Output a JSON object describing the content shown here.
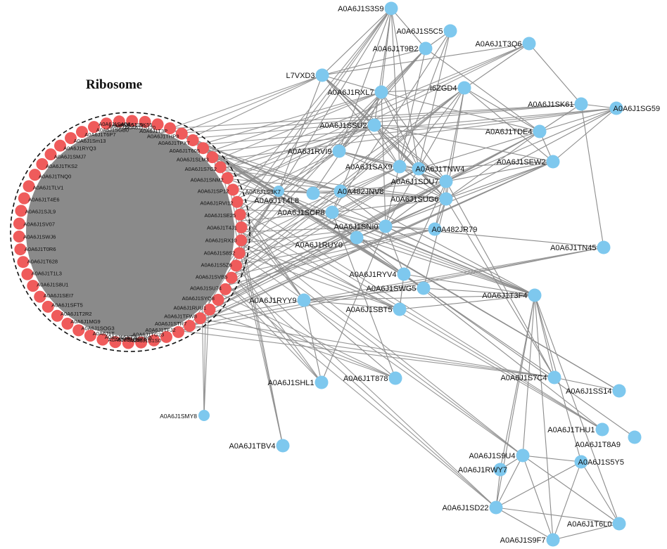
{
  "cluster": {
    "title": "Ribosome",
    "ring_color": "#ef5b5b",
    "hub_color": "#8a8a8a",
    "ring_labels": [
      "A0A6J1S1J0",
      "A0A6J1T3P",
      "A0A6J1THP8",
      "A0A6J1TPX7",
      "A0A6J1T605",
      "A0A6J1SLM3",
      "A0A6J1S7G2",
      "A0A6J1SNM2",
      "A0A6J1SP12",
      "A0A6J1RVI12",
      "A0A6J1SE25",
      "A0A6J1T4J1",
      "A0A6J1RX10",
      "A0A6J1S8S2",
      "A0A6J1S5Z6",
      "A0A6J1SVB5",
      "A0A6J1SU74",
      "A0A6J1SYQ8",
      "A0A6J1RUU1",
      "A0A6J1TFW8",
      "A0A6J1STR7",
      "A0A6J1TFJ2",
      "A0A6J1TG23",
      "A0A6J1SHH8",
      "A0A6J1SUJ3",
      "A0A6J1S1S0",
      "A0A6J1Sm4",
      "A0A6J1SXT3",
      "A0A6J1T",
      "A0A6J1SOG3",
      "A0A6J1MG9",
      "A0A6J1T2R2",
      "A0A6J1SFT5",
      "A0A6J1SEI7",
      "A0A6J1S8U1",
      "A0A6J1T1L3",
      "A0A6J1T628",
      "A0A6J1T0R6",
      "A0A6J1SWJ6",
      "A0A6J1SV07",
      "A0A6J1SJL9",
      "A0A6J1T4E6",
      "A0A6J1TLV1",
      "A0A6J1TNQ0",
      "A0A6J1TKS2",
      "A0A6J1SMJ7",
      "A0A6J1RYQ3",
      "A0A6J1Sm13",
      "A0A6J1T6P7",
      "A0A6J1SGB0",
      "A0A6J1T",
      "A0A6J1SK55",
      "A0A6J1S4G8",
      "A0A6J1S1J9"
    ]
  },
  "nodes": [
    {
      "id": "A0A6J1S3S9",
      "label": "A0A6J1S3S9"
    },
    {
      "id": "A0A6J1S5C5",
      "label": "A0A6J1S5C5"
    },
    {
      "id": "A0A6J1T9B2",
      "label": "A0A6J1T9B2"
    },
    {
      "id": "A0A6J1T3Q6",
      "label": "A0A6J1T3Q6"
    },
    {
      "id": "L7VXD3",
      "label": "L7VXD3"
    },
    {
      "id": "A0A6J1RXL7",
      "label": "A0A6J1RXL7"
    },
    {
      "id": "I6ZGD4",
      "label": "I6ZGD4"
    },
    {
      "id": "A0A6J1SK61",
      "label": "A0A6J1SK61"
    },
    {
      "id": "A0A6J1SG59",
      "label": "A0A6J1SG59"
    },
    {
      "id": "A0A6J1SSU2",
      "label": "A0A6J1SSU2"
    },
    {
      "id": "A0A6J1TDE4",
      "label": "A0A6J1TDE4"
    },
    {
      "id": "A0A6J1RVI9",
      "label": "A0A6J1RVI9"
    },
    {
      "id": "A0A6J1SEW2",
      "label": "A0A6J1SEW2"
    },
    {
      "id": "A0A6J1SAX9",
      "label": "A0A6J1SAX9"
    },
    {
      "id": "A0A6J1TNW4",
      "label": "A0A6J1TNW4"
    },
    {
      "id": "A0A6J1SDU7",
      "label": "A0A6J1SDU7"
    },
    {
      "id": "A0A6J1S3K7",
      "label": "A0A6J1S3K7"
    },
    {
      "id": "A0A6J1T4L8",
      "label": "A0A6J1T4L8"
    },
    {
      "id": "A0A482JNV8",
      "label": "A0A482JNV8"
    },
    {
      "id": "A0A6J1SUG6",
      "label": "A0A6J1SUG6"
    },
    {
      "id": "A0A6J1SCP8",
      "label": "A0A6J1SCP8"
    },
    {
      "id": "A0A6J1SNI0",
      "label": "A0A6J1SNI0"
    },
    {
      "id": "A0A482JR79",
      "label": "A0A482JR79"
    },
    {
      "id": "A0A6J1RUY0",
      "label": "A0A6J1RUY0"
    },
    {
      "id": "A0A6J1TN45",
      "label": "A0A6J1TN45"
    },
    {
      "id": "A0A6J1RYV4",
      "label": "A0A6J1RYV4"
    },
    {
      "id": "A0A6J1SWG5",
      "label": "A0A6J1SWG5"
    },
    {
      "id": "A0A6J1T3F4",
      "label": "A0A6J1T3F4"
    },
    {
      "id": "A0A6J1RYY9",
      "label": "A0A6J1RYY9"
    },
    {
      "id": "A0A6J1SBT5",
      "label": "A0A6J1SBT5"
    },
    {
      "id": "A0A6J1SHL1",
      "label": "A0A6J1SHL1"
    },
    {
      "id": "A0A6J1T878",
      "label": "A0A6J1T878"
    },
    {
      "id": "A0A6J1S7C4",
      "label": "A0A6J1S7C4"
    },
    {
      "id": "A0A6J1SS14",
      "label": "A0A6J1SS14"
    },
    {
      "id": "A0A6J1SMY8",
      "label": "A0A6J1SMY8"
    },
    {
      "id": "A0A6J1THU1",
      "label": "A0A6J1THU1"
    },
    {
      "id": "A0A6J1T8A9",
      "label": "A0A6J1T8A9"
    },
    {
      "id": "A0A6J1TBV4",
      "label": "A0A6J1TBV4"
    },
    {
      "id": "A0A6J1S9U4",
      "label": "A0A6J1S9U4"
    },
    {
      "id": "A0A6J1S5Y5",
      "label": "A0A6J1S5Y5"
    },
    {
      "id": "A0A6J1RWY7",
      "label": "A0A6J1RWY7"
    },
    {
      "id": "A0A6J1SD22",
      "label": "A0A6J1SD22"
    },
    {
      "id": "A0A6J1T6L0",
      "label": "A0A6J1T6L0"
    },
    {
      "id": "A0A6J1S9F7",
      "label": "A0A6J1S9F7"
    }
  ],
  "edges": [
    [
      "A0A6J1S3S9",
      "L7VXD3"
    ],
    [
      "A0A6J1S3S9",
      "A0A6J1T9B2"
    ],
    [
      "A0A6J1S3S9",
      "A0A6J1RXL7"
    ],
    [
      "A0A6J1S3S9",
      "A0A6J1SSU2"
    ],
    [
      "A0A6J1S3S9",
      "A0A6J1TNW4"
    ],
    [
      "A0A6J1S3S9",
      "A0A6J1RVI9"
    ],
    [
      "A0A6J1S3S9",
      "A0A6J1S3K7"
    ],
    [
      "A0A6J1S3S9",
      "A0A6J1SAX9"
    ],
    [
      "A0A6J1S5C5",
      "A0A6J1T9B2"
    ],
    [
      "A0A6J1S5C5",
      "A0A6J1SAX9"
    ],
    [
      "A0A6J1S5C5",
      "A0A6J1TNW4"
    ],
    [
      "A0A6J1S5C5",
      "A0A6J1SCP8"
    ],
    [
      "A0A6J1T9B2",
      "L7VXD3"
    ],
    [
      "A0A6J1T9B2",
      "A0A6J1SNI0"
    ],
    [
      "A0A6J1T9B2",
      "A0A6J1RVI9"
    ],
    [
      "A0A6J1T9B2",
      "A0A6J1TDE4"
    ],
    [
      "A0A6J1T3Q6",
      "A0A6J1SK61"
    ],
    [
      "A0A6J1T3Q6",
      "L7VXD3"
    ],
    [
      "A0A6J1T3Q6",
      "A0A6J1T4L8"
    ],
    [
      "L7VXD3",
      "A0A6J1SSU2"
    ],
    [
      "L7VXD3",
      "A0A6J1TNW4"
    ],
    [
      "L7VXD3",
      "A0A6J1SDU7"
    ],
    [
      "L7VXD3",
      "A0A6J1SUG6"
    ],
    [
      "L7VXD3",
      "A0A6J1RXL7"
    ],
    [
      "L7VXD3",
      "A0A6J1SAX9"
    ],
    [
      "L7VXD3",
      "A0A6J1S3K7"
    ],
    [
      "A0A6J1RXL7",
      "I6ZGD4"
    ],
    [
      "A0A6J1RXL7",
      "A0A6J1TNW4"
    ],
    [
      "A0A6J1RXL7",
      "A0A6J1SDU7"
    ],
    [
      "A0A6J1RXL7",
      "A0A6J1RVI9"
    ],
    [
      "A0A6J1RXL7",
      "A0A6J1T4L8"
    ],
    [
      "A0A6J1RXL7",
      "A0A6J1SNI0"
    ],
    [
      "A0A6J1RXL7",
      "A0A6J1TDE4"
    ],
    [
      "A0A6J1RXL7",
      "A0A6J1SCP8"
    ],
    [
      "I6ZGD4",
      "A0A6J1TDE4"
    ],
    [
      "I6ZGD4",
      "A0A6J1TNW4"
    ],
    [
      "I6ZGD4",
      "A0A6J1SAX9"
    ],
    [
      "I6ZGD4",
      "A0A6J1SDU7"
    ],
    [
      "I6ZGD4",
      "A0A6J1SUG6"
    ],
    [
      "I6ZGD4",
      "A0A6J1SEW2"
    ],
    [
      "A0A6J1SK61",
      "A0A6J1SG59"
    ],
    [
      "A0A6J1SK61",
      "A0A6J1TN45"
    ],
    [
      "A0A6J1SK61",
      "A0A6J1TDE4"
    ],
    [
      "A0A6J1SG59",
      "A0A6J1TDE4"
    ],
    [
      "A0A6J1SG59",
      "A0A6J1SEW2"
    ],
    [
      "A0A6J1SG59",
      "A0A6J1SDU7"
    ],
    [
      "A0A6J1SG59",
      "A0A6J1SUG6"
    ],
    [
      "A0A6J1SSU2",
      "A0A6J1TNW4"
    ],
    [
      "A0A6J1SSU2",
      "A0A6J1SDU7"
    ],
    [
      "A0A6J1SSU2",
      "A0A6J1SUG6"
    ],
    [
      "A0A6J1SSU2",
      "A0A6J1SAX9"
    ],
    [
      "A0A6J1SSU2",
      "A0A6J1RVI9"
    ],
    [
      "A0A6J1SSU2",
      "A0A6J1TDE4"
    ],
    [
      "A0A6J1SSU2",
      "A0A6J1SEW2"
    ],
    [
      "A0A6J1TDE4",
      "A0A6J1SEW2"
    ],
    [
      "A0A6J1TDE4",
      "A0A6J1TNW4"
    ],
    [
      "A0A6J1TDE4",
      "A0A6J1SDU7"
    ],
    [
      "A0A6J1TDE4",
      "A0A6J1SUG6"
    ],
    [
      "A0A6J1RVI9",
      "A0A6J1SAX9"
    ],
    [
      "A0A6J1RVI9",
      "A0A6J1TNW4"
    ],
    [
      "A0A6J1RVI9",
      "A0A6J1SDU7"
    ],
    [
      "A0A6J1RVI9",
      "A0A6J1SUG6"
    ],
    [
      "A0A6J1SEW2",
      "A0A6J1TNW4"
    ],
    [
      "A0A6J1SEW2",
      "A0A6J1SDU7"
    ],
    [
      "A0A6J1SEW2",
      "A0A6J1SUG6"
    ],
    [
      "A0A6J1SEW2",
      "A0A6J1SNI0"
    ],
    [
      "A0A6J1SAX9",
      "A0A6J1TNW4"
    ],
    [
      "A0A6J1SAX9",
      "A0A6J1SDU7"
    ],
    [
      "A0A6J1SAX9",
      "A0A6J1SUG6"
    ],
    [
      "A0A6J1TNW4",
      "A0A6J1SDU7"
    ],
    [
      "A0A6J1TNW4",
      "A0A6J1SUG6"
    ],
    [
      "A0A6J1TNW4",
      "A0A6J1SNI0"
    ],
    [
      "A0A6J1SDU7",
      "A0A6J1SUG6"
    ],
    [
      "A0A6J1SDU7",
      "A0A6J1SNI0"
    ],
    [
      "A0A6J1SDU7",
      "A0A6J1RYV4"
    ],
    [
      "A0A6J1SUG6",
      "A0A6J1SNI0"
    ],
    [
      "A0A6J1SUG6",
      "A0A6J1RUY0"
    ],
    [
      "A0A6J1SUG6",
      "A0A6J1SWG5"
    ],
    [
      "A0A6J1SNI0",
      "A0A482JR79"
    ],
    [
      "A0A6J1SNI0",
      "A0A6J1RUY0"
    ],
    [
      "A0A6J1SNI0",
      "A0A6J1TN45"
    ],
    [
      "A0A6J1SNI0",
      "A0A6J1RYV4"
    ],
    [
      "A0A6J1RUY0",
      "A0A6J1T3F4"
    ],
    [
      "A0A6J1RYV4",
      "A0A6J1T3F4"
    ],
    [
      "A0A6J1SWG5",
      "A0A6J1T3F4"
    ],
    [
      "A0A6J1RYY9",
      "A0A6J1T3F4"
    ],
    [
      "A0A6J1SBT5",
      "A0A6J1T3F4"
    ],
    [
      "A0A6J1SCP8",
      "A0A6J1T3F4"
    ],
    [
      "A0A482JNV8",
      "A0A6J1T3F4"
    ],
    [
      "A0A6J1T4L8",
      "A0A6J1T3F4"
    ],
    [
      "A0A6J1SNI0",
      "A0A6J1T3F4"
    ],
    [
      "A0A6J1RYV4",
      "A0A6J1SWG5"
    ],
    [
      "A0A6J1RYV4",
      "A0A6J1SBT5"
    ],
    [
      "A0A6J1RYY9",
      "A0A6J1SBT5"
    ],
    [
      "A0A6J1RYY9",
      "A0A6J1SWG5"
    ],
    [
      "A0A6J1T3F4",
      "A0A6J1S9U4"
    ],
    [
      "A0A6J1T3F4",
      "A0A6J1S5Y5"
    ],
    [
      "A0A6J1T3F4",
      "A0A6J1RWY7"
    ],
    [
      "A0A6J1T3F4",
      "A0A6J1SD22"
    ],
    [
      "A0A6J1T3F4",
      "A0A6J1T6L0"
    ],
    [
      "A0A6J1T3F4",
      "A0A6J1S9F7"
    ],
    [
      "A0A6J1T3F4",
      "A0A6J1S7C4"
    ],
    [
      "A0A6J1S9U4",
      "A0A6J1S5Y5"
    ],
    [
      "A0A6J1S9U4",
      "A0A6J1RWY7"
    ],
    [
      "A0A6J1S9U4",
      "A0A6J1SD22"
    ],
    [
      "A0A6J1S9U4",
      "A0A6J1T6L0"
    ],
    [
      "A0A6J1S9U4",
      "A0A6J1S9F7"
    ],
    [
      "A0A6J1S5Y5",
      "A0A6J1SD22"
    ],
    [
      "A0A6J1S5Y5",
      "A0A6J1T6L0"
    ],
    [
      "A0A6J1S5Y5",
      "A0A6J1S9F7"
    ],
    [
      "A0A6J1SD22",
      "A0A6J1T6L0"
    ],
    [
      "A0A6J1SD22",
      "A0A6J1S9F7"
    ],
    [
      "A0A6J1SD22",
      "A0A6J1RWY7"
    ],
    [
      "A0A6J1T6L0",
      "A0A6J1S9F7"
    ],
    [
      "A0A6J1S7C4",
      "A0A6J1SS14"
    ],
    [
      "A0A6J1S7C4",
      "A0A6J1SUG6"
    ],
    [
      "A0A6J1S7C4",
      "A0A6J1SDU7"
    ],
    [
      "A0A6J1S7C4",
      "A0A6J1SWG5"
    ],
    [
      "A0A6J1THU1",
      "A0A6J1RUY0"
    ],
    [
      "A0A6J1T8A9",
      "A0A6J1SWG5"
    ],
    [
      "A0A6J1SHL1",
      "A0A6J1SNI0"
    ],
    [
      "A0A6J1SHL1",
      "A0A6J1RYY9"
    ],
    [
      "A0A6J1T878",
      "A0A6J1SCP8"
    ],
    [
      "A0A6J1T878",
      "A0A6J1RYY9"
    ],
    [
      "A0A6J1S3K7",
      "A0A6J1T4L8"
    ],
    [
      "A0A6J1S3K7",
      "A0A482JNV8"
    ],
    [
      "A0A6J1T4L8",
      "A0A482JNV8"
    ],
    [
      "A0A482JNV8",
      "A0A6J1SDU7"
    ],
    [
      "A0A482JNV8",
      "A0A6J1SUG6"
    ],
    [
      "A0A482JNV8",
      "A0A6J1SNI0"
    ],
    [
      "A0A6J1SCP8",
      "A0A6J1SNI0"
    ],
    [
      "A0A6J1SCP8",
      "A0A6J1SUG6"
    ],
    [
      "A0A6J1SCP8",
      "A0A6J1TNW4"
    ],
    [
      "A0A482JR79",
      "A0A6J1SUG6"
    ],
    [
      "A0A482JR79",
      "A0A6J1SDU7"
    ]
  ],
  "cluster_links": [
    "L7VXD3",
    "A0A6J1RXL7",
    "A0A6J1SSU2",
    "A0A6J1RVI9",
    "A0A6J1SAX9",
    "A0A6J1TNW4",
    "A0A6J1SDU7",
    "A0A6J1S3K7",
    "A0A6J1T4L8",
    "A0A482JNV8",
    "A0A6J1SUG6",
    "A0A6J1SCP8",
    "A0A6J1SNI0",
    "A0A482JR79",
    "A0A6J1RUY0",
    "A0A6J1TN45",
    "A0A6J1RYV4",
    "A0A6J1SWG5",
    "A0A6J1T3F4",
    "A0A6J1RYY9",
    "A0A6J1SBT5",
    "A0A6J1SHL1",
    "A0A6J1T878",
    "A0A6J1S7C4",
    "A0A6J1SS14",
    "A0A6J1SMY8",
    "A0A6J1TBV4",
    "A0A6J1THU1",
    "A0A6J1S9U4",
    "A0A6J1SD22",
    "A0A6J1TDE4",
    "A0A6J1SEW2",
    "A0A6J1SK61",
    "A0A6J1SG59",
    "A0A6J1T3Q6",
    "A0A6J1S3S9",
    "A0A6J1T9B2",
    "I6ZGD4"
  ],
  "style": {
    "node_color": "#7ec8ee",
    "edge_color": "#8c8c8c",
    "ring_node_color": "#ef5b5b"
  }
}
